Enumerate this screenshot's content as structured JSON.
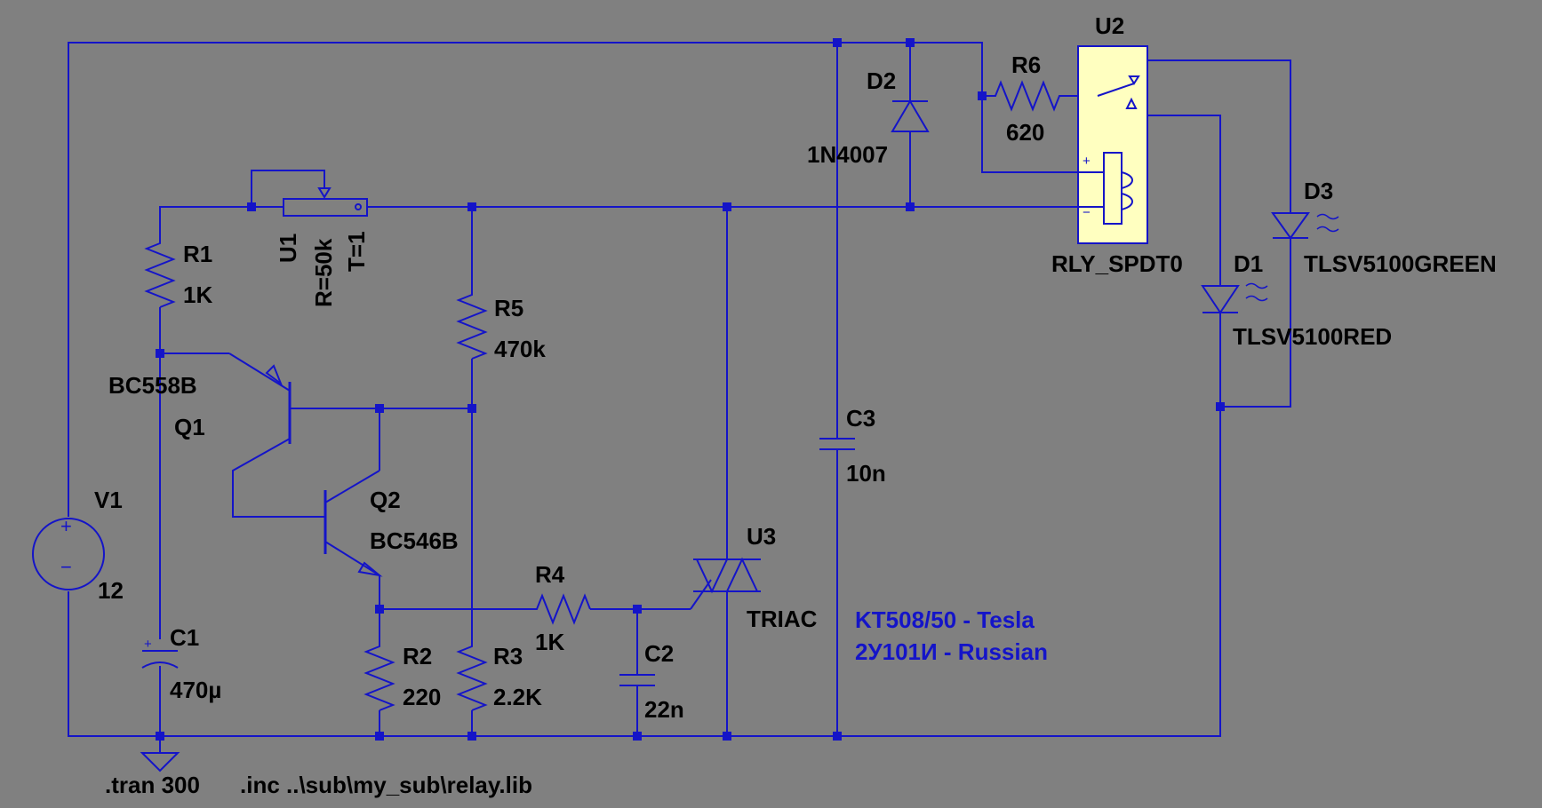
{
  "labels": {
    "v1": {
      "ref": "V1",
      "value": "12"
    },
    "r1": {
      "ref": "R1",
      "value": "1K"
    },
    "u1": {
      "ref": "U1",
      "r": "R=50k",
      "t": "T=1"
    },
    "r5": {
      "ref": "R5",
      "value": "470k"
    },
    "q1": {
      "ref": "Q1",
      "model": "BC558B"
    },
    "q2": {
      "ref": "Q2",
      "model": "BC546B"
    },
    "c1": {
      "ref": "C1",
      "value": "470µ"
    },
    "r2": {
      "ref": "R2",
      "value": "220"
    },
    "r3": {
      "ref": "R3",
      "value": "2.2K"
    },
    "r4": {
      "ref": "R4",
      "value": "1K"
    },
    "c2": {
      "ref": "C2",
      "value": "22n"
    },
    "u3": {
      "ref": "U3",
      "model": "TRIAC"
    },
    "c3": {
      "ref": "C3",
      "value": "10n"
    },
    "d2": {
      "ref": "D2",
      "model": "1N4007"
    },
    "r6": {
      "ref": "R6",
      "value": "620"
    },
    "u2": {
      "ref": "U2",
      "model": "RLY_SPDT0"
    },
    "d1": {
      "ref": "D1",
      "model": "TLSV5100RED"
    },
    "d3": {
      "ref": "D3",
      "model": "TLSV5100GREEN"
    }
  },
  "notes": {
    "triac_line1": "KT508/50 - Tesla",
    "triac_line2": "2У101И - Russian"
  },
  "directives": {
    "tran": ".tran 300",
    "inc": ".inc ..\\sub\\my_sub\\relay.lib"
  },
  "symbols": {
    "plus": "+",
    "minus": "−"
  },
  "colors": {
    "background": "#808080",
    "wire": "#1414c8",
    "relay_body": "#ffffc0",
    "text": "#000000"
  }
}
